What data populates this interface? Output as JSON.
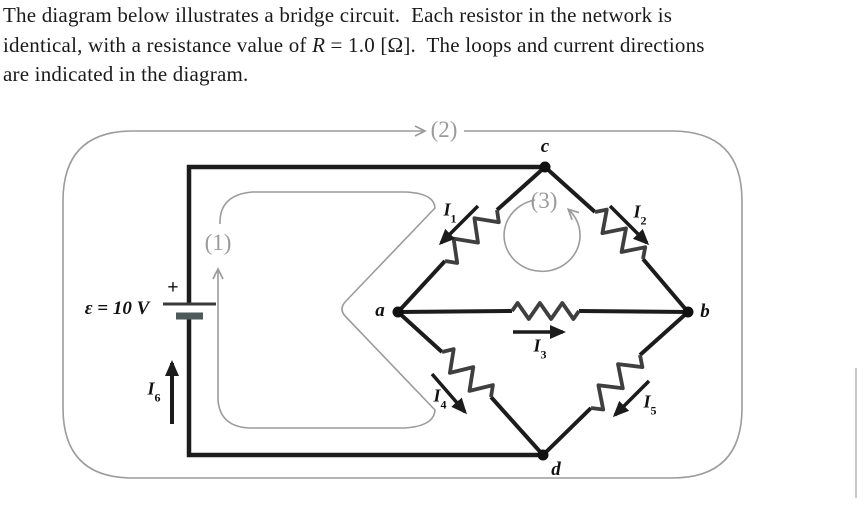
{
  "paragraph": {
    "line1": "The diagram below illustrates a bridge circuit.  Each resistor in the network is",
    "line2_pre": "identical, with a resistance value of ",
    "line2_math": "R",
    "line2_post": " = 1.0 [Ω].  The loops and current directions",
    "line3": "are indicated in the diagram."
  },
  "circuit": {
    "battery": {
      "label": "ε = 10 V",
      "plus": "+"
    },
    "nodes": {
      "a": "a",
      "b": "b",
      "c": "c",
      "d": "d"
    },
    "loops": {
      "loop1": "(1)",
      "loop2": "(2)",
      "loop3": "(3)"
    },
    "currents": {
      "i1": {
        "base": "I",
        "sub": "1"
      },
      "i2": {
        "base": "I",
        "sub": "2"
      },
      "i3": {
        "base": "I",
        "sub": "3"
      },
      "i4": {
        "base": "I",
        "sub": "4"
      },
      "i5": {
        "base": "I",
        "sub": "5"
      },
      "i6": {
        "base": "I",
        "sub": "6"
      }
    },
    "resistance_value": "R = 1.0 Ω",
    "colors": {
      "wire": "#1c1c1c",
      "resistor": "#3f3f3f",
      "loop": "#9b9b9b",
      "battery_minus_plate": "#4e5a5a"
    }
  }
}
